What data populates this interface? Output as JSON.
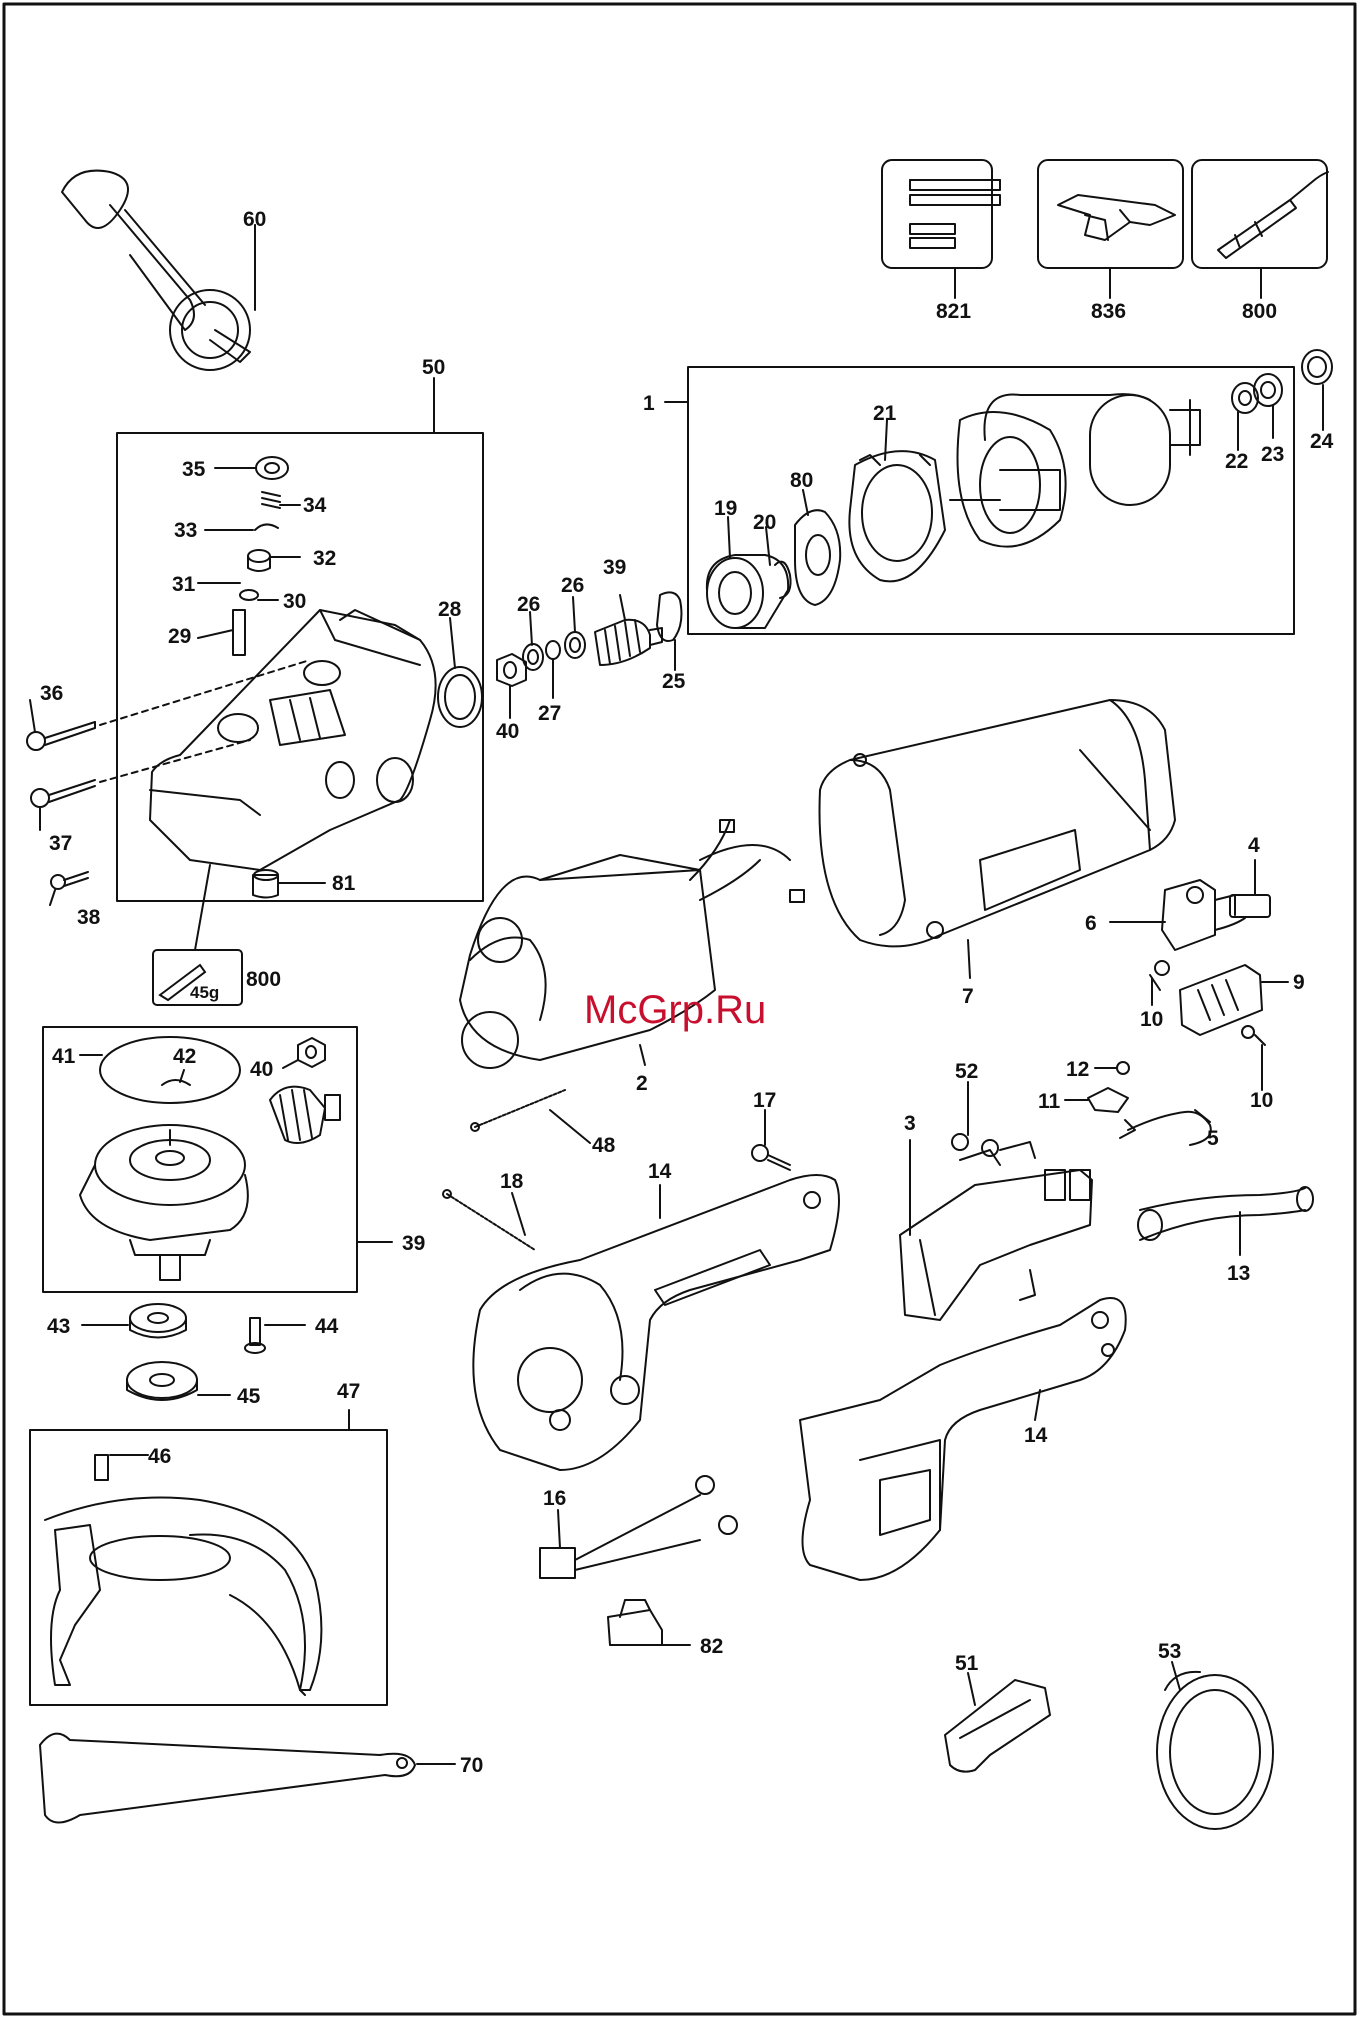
{
  "watermark": "McGrp.Ru",
  "colors": {
    "line": "#111111",
    "watermark": "#c8102e",
    "background": "#ffffff"
  },
  "kit_weight": "45g",
  "labels": {
    "p1": "1",
    "p2": "2",
    "p3": "3",
    "p4": "4",
    "p5": "5",
    "p6": "6",
    "p7": "7",
    "p9": "9",
    "p10a": "10",
    "p10b": "10",
    "p11": "11",
    "p12": "12",
    "p13": "13",
    "p14a": "14",
    "p14b": "14",
    "p16": "16",
    "p17": "17",
    "p18": "18",
    "p19": "19",
    "p20": "20",
    "p21": "21",
    "p22": "22",
    "p23": "23",
    "p24": "24",
    "p25": "25",
    "p26a": "26",
    "p26b": "26",
    "p27": "27",
    "p28": "28",
    "p29": "29",
    "p30": "30",
    "p31": "31",
    "p32": "32",
    "p33": "33",
    "p34": "34",
    "p35": "35",
    "p36": "36",
    "p37": "37",
    "p38": "38",
    "p39a": "39",
    "p39b": "39",
    "p40a": "40",
    "p40b": "40",
    "p41": "41",
    "p42": "42",
    "p43": "43",
    "p44": "44",
    "p45": "45",
    "p46": "46",
    "p47": "47",
    "p48": "48",
    "p50": "50",
    "p51": "51",
    "p52": "52",
    "p53": "53",
    "p60": "60",
    "p70": "70",
    "p80": "80",
    "p81": "81",
    "p82": "82",
    "p800a": "800",
    "p800b": "800",
    "p821": "821",
    "p836": "836"
  }
}
